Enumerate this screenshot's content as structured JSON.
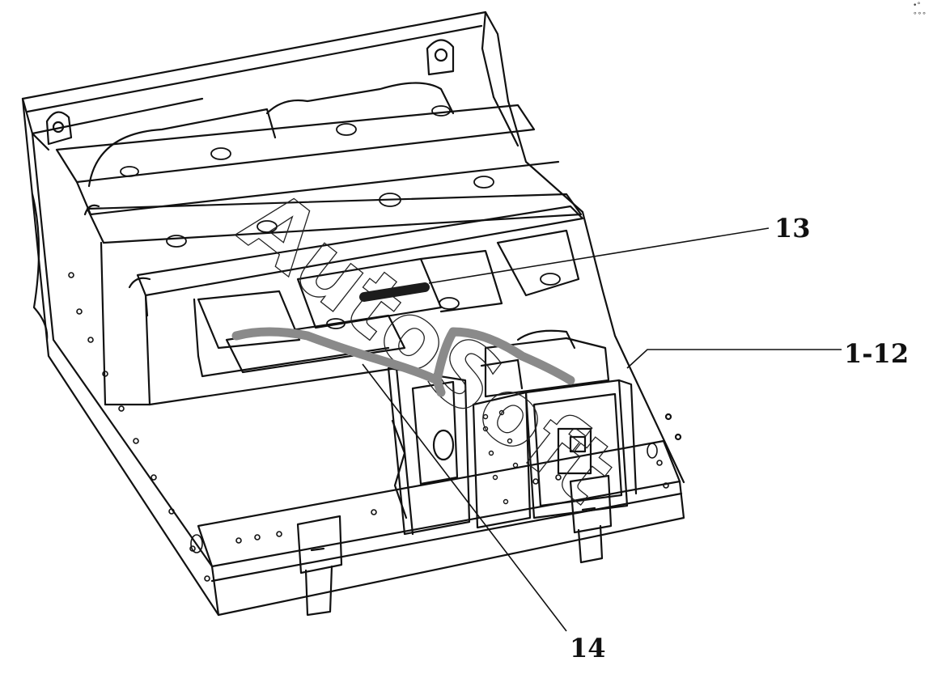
{
  "diagram": {
    "callouts": [
      {
        "id": "13",
        "label": "13",
        "part": "dark-cable"
      },
      {
        "id": "1-12",
        "label": "1-12",
        "part": "battery-assembly"
      },
      {
        "id": "14",
        "label": "14",
        "part": "grey-cable"
      }
    ],
    "watermark": "AutoSoft",
    "corner_mark": "•° ∘∘∘",
    "colors": {
      "line": "#111111",
      "cable_grey": "#8a8a8a",
      "cable_dark": "#1c1c1c",
      "background": "#ffffff"
    }
  }
}
